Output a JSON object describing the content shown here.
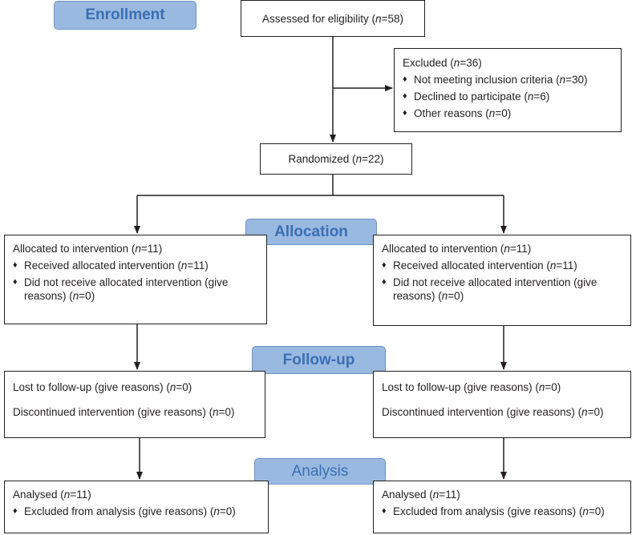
{
  "stages": {
    "enrollment": "Enrollment",
    "allocation": "Allocation",
    "follow_up": "Follow-up",
    "analysis": "Analysis"
  },
  "assessed": {
    "label": "Assessed for eligibility (",
    "n": "n",
    "value": "=58)"
  },
  "excluded": {
    "title": {
      "label": "Excluded (",
      "n": "n",
      "value": "=36)"
    },
    "items": [
      {
        "label": "Not meeting inclusion criteria (",
        "n": "n",
        "value": "=30)"
      },
      {
        "label": "Declined to participate (",
        "n": "n",
        "value": "=6)"
      },
      {
        "label": "Other reasons (",
        "n": "n",
        "value": "=0)"
      }
    ]
  },
  "randomized": {
    "label": "Randomized (",
    "n": "n",
    "value": "=22)"
  },
  "left": {
    "allocation": {
      "title": {
        "label": "Allocated to intervention (",
        "n": "n",
        "value": "=11)"
      },
      "received": {
        "label": "Received allocated intervention (",
        "n": "n",
        "value": "=11)"
      },
      "not_received": {
        "label": "Did not receive allocated intervention (give reasons) (",
        "n": "n",
        "value": "=0)"
      }
    },
    "follow_up": {
      "lost": {
        "label": "Lost to follow-up (give reasons) (",
        "n": "n",
        "value": "=0)"
      },
      "discontinued": {
        "label": "Discontinued intervention (give reasons) (",
        "n": "n",
        "value": "=0)"
      }
    },
    "analysis": {
      "analysed": {
        "label": "Analysed (",
        "n": "n",
        "value": "=11)"
      },
      "excluded": {
        "label": "Excluded from analysis (give reasons) (",
        "n": "n",
        "value": "=0)"
      }
    }
  },
  "right": {
    "allocation": {
      "title": {
        "label": "Allocated to intervention (",
        "n": "n",
        "value": "=11)"
      },
      "received": {
        "label": "Received allocated intervention (",
        "n": "n",
        "value": "=11)"
      },
      "not_received": {
        "label": "Did not receive allocated intervention (give reasons) (",
        "n": "n",
        "value": "=0)"
      }
    },
    "follow_up": {
      "lost": {
        "label": "Lost to follow-up (give reasons) (",
        "n": "n",
        "value": "=0)"
      },
      "discontinued": {
        "label": "Discontinued intervention (give reasons) (",
        "n": "n",
        "value": "=0)"
      }
    },
    "analysis": {
      "analysed": {
        "label": "Analysed (",
        "n": "n",
        "value": "=11)"
      },
      "excluded": {
        "label": "Excluded from analysis (give reasons) (",
        "n": "n",
        "value": "=0)"
      }
    }
  },
  "colors": {
    "stage_fill": "#9ab9e0",
    "stage_text": "#3a6fb5",
    "line": "#231f20"
  },
  "icons": {
    "bullet": "diamond-bullet-icon"
  }
}
